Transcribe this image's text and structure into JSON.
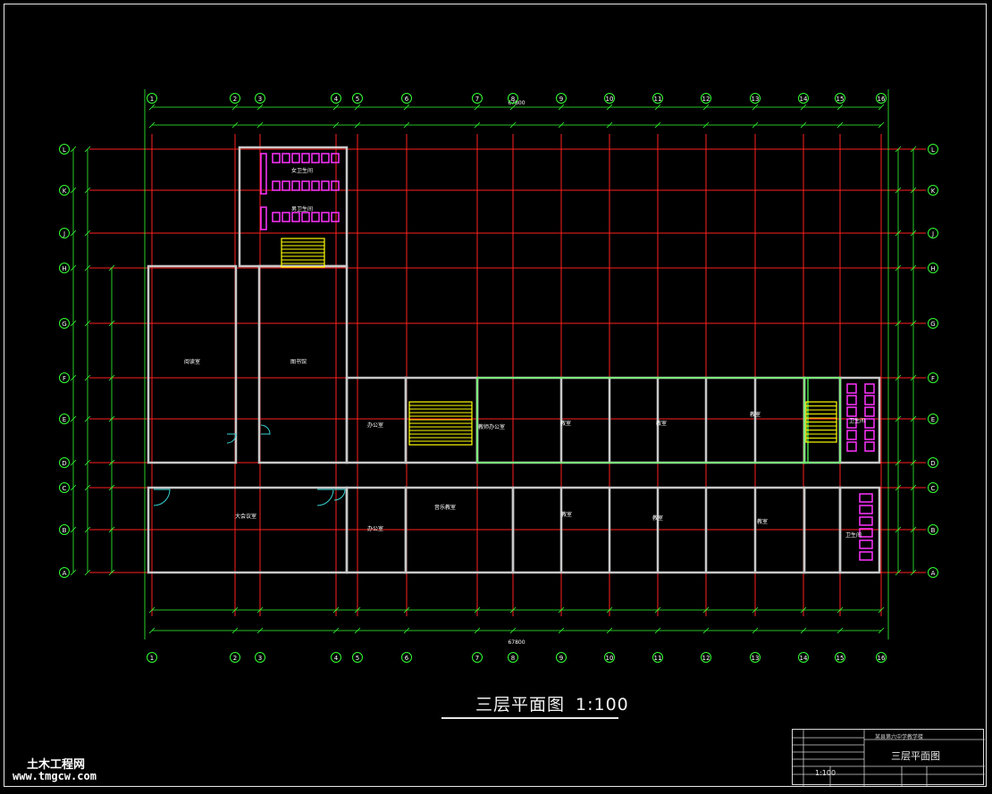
{
  "drawing": {
    "title": "三层平面图",
    "scale": "1:100",
    "watermark": "土木工程网",
    "watermark_url": "www.tmgcw.com"
  },
  "title_block": {
    "school": "某县第六中学教学楼",
    "sheet_name": "三层平面图",
    "scale": "1:100"
  },
  "grid": {
    "columns": [
      "1",
      "2",
      "3",
      "4",
      "5",
      "6",
      "7",
      "8",
      "9",
      "10",
      "11",
      "12",
      "13",
      "14",
      "15",
      "16"
    ],
    "rows": [
      "L",
      "K",
      "J",
      "H",
      "G",
      "F",
      "E",
      "D",
      "C",
      "B",
      "A"
    ]
  },
  "overall_dimension": "67800",
  "rooms": [
    {
      "id": "reading-room",
      "label": "阅读室"
    },
    {
      "id": "library",
      "label": "图书馆"
    },
    {
      "id": "office-1",
      "label": "办公室"
    },
    {
      "id": "teachers-office",
      "label": "教师办公室"
    },
    {
      "id": "large-office",
      "label": "大会议室"
    },
    {
      "id": "office-2",
      "label": "办公室"
    },
    {
      "id": "music-room",
      "label": "音乐教室"
    },
    {
      "id": "classroom-1",
      "label": "教室"
    },
    {
      "id": "classroom-2",
      "label": "教室"
    },
    {
      "id": "classroom-3",
      "label": "教室"
    },
    {
      "id": "classroom-4",
      "label": "教室"
    },
    {
      "id": "classroom-5",
      "label": "教室"
    },
    {
      "id": "classroom-6",
      "label": "教室"
    },
    {
      "id": "wc-female",
      "label": "女卫生间"
    },
    {
      "id": "wc-male",
      "label": "男卫生间"
    },
    {
      "id": "wc-east-1",
      "label": "卫生间"
    },
    {
      "id": "wc-east-2",
      "label": "卫生间"
    }
  ],
  "colors": {
    "background": "#000000",
    "axis": "#ff1f1f",
    "dimension": "#33ff33",
    "wall": "#c8c8c8",
    "fixture": "#ff33ff",
    "stair": "#ffff00",
    "door": "#39d3d3",
    "text": "#ffffff"
  }
}
